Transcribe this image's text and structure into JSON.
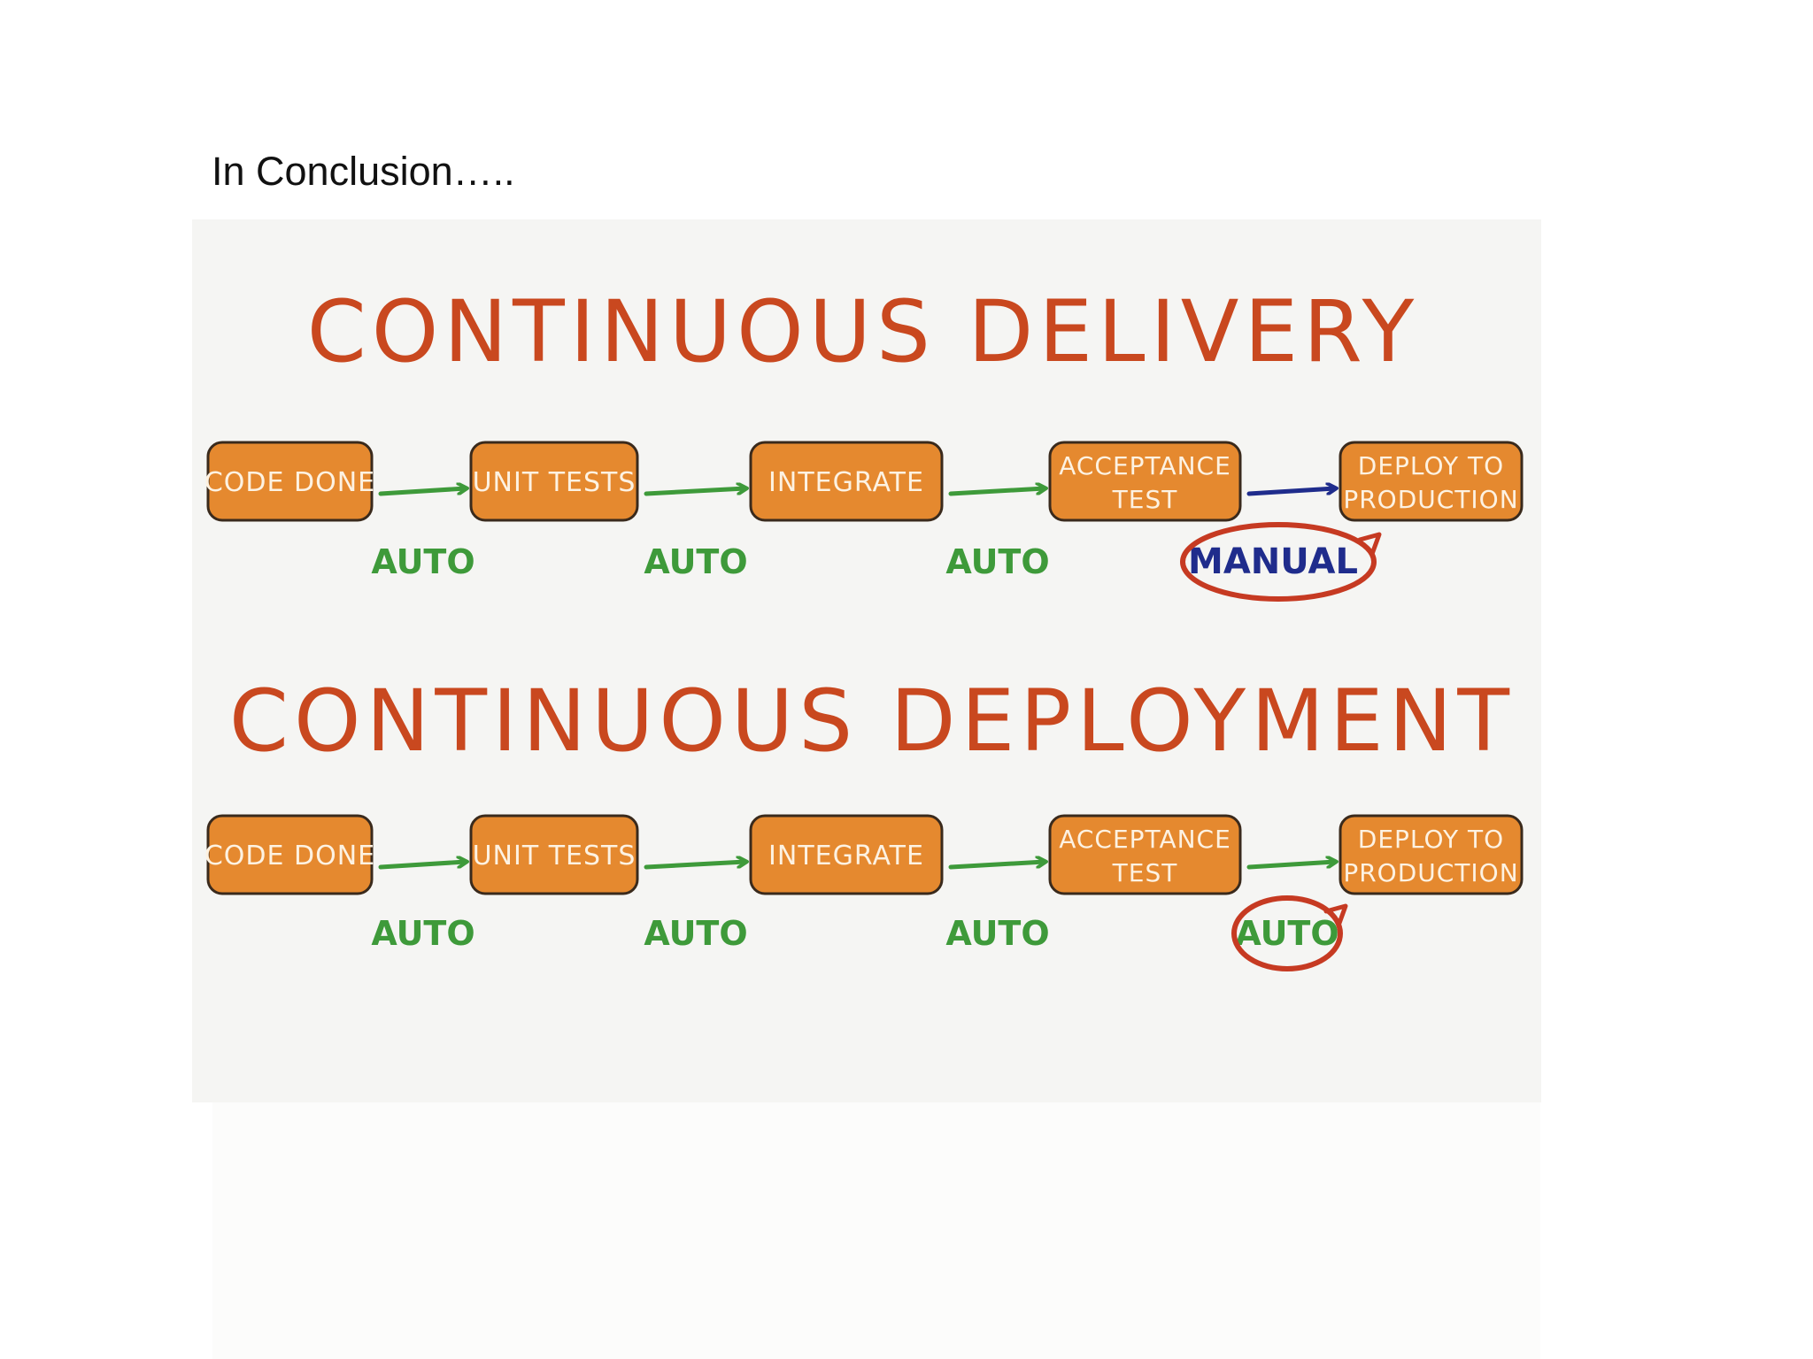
{
  "page": {
    "heading": "In Conclusion….."
  },
  "colors": {
    "title": "#c9481f",
    "box_fill": "#e5892f",
    "box_stroke": "#3a2a1c",
    "box_text": "#fdf2e2",
    "auto_arrow": "#3e9a3a",
    "manual_arrow": "#1f2c8c",
    "highlight_circle": "#c63a22"
  },
  "diagrams": [
    {
      "title": "CONTINUOUS DELIVERY",
      "steps": [
        {
          "label": "CODE DONE"
        },
        {
          "label": "UNIT TESTS"
        },
        {
          "label": "INTEGRATE"
        },
        {
          "label": "ACCEPTANCE TEST",
          "lines": [
            "ACCEPTANCE",
            "TEST"
          ]
        },
        {
          "label": "DEPLOY TO PRODUCTION",
          "lines": [
            "DEPLOY TO",
            "PRODUCTION"
          ]
        }
      ],
      "transitions": [
        {
          "label": "AUTO",
          "mode": "auto"
        },
        {
          "label": "AUTO",
          "mode": "auto"
        },
        {
          "label": "AUTO",
          "mode": "auto"
        },
        {
          "label": "MANUAL",
          "mode": "manual",
          "circled": true
        }
      ]
    },
    {
      "title": "CONTINUOUS DEPLOYMENT",
      "steps": [
        {
          "label": "CODE DONE"
        },
        {
          "label": "UNIT TESTS"
        },
        {
          "label": "INTEGRATE"
        },
        {
          "label": "ACCEPTANCE TEST",
          "lines": [
            "ACCEPTANCE",
            "TEST"
          ]
        },
        {
          "label": "DEPLOY TO PRODUCTION",
          "lines": [
            "DEPLOY TO",
            "PRODUCTION"
          ]
        }
      ],
      "transitions": [
        {
          "label": "AUTO",
          "mode": "auto"
        },
        {
          "label": "AUTO",
          "mode": "auto"
        },
        {
          "label": "AUTO",
          "mode": "auto"
        },
        {
          "label": "AUTO",
          "mode": "auto",
          "circled": true
        }
      ]
    }
  ]
}
